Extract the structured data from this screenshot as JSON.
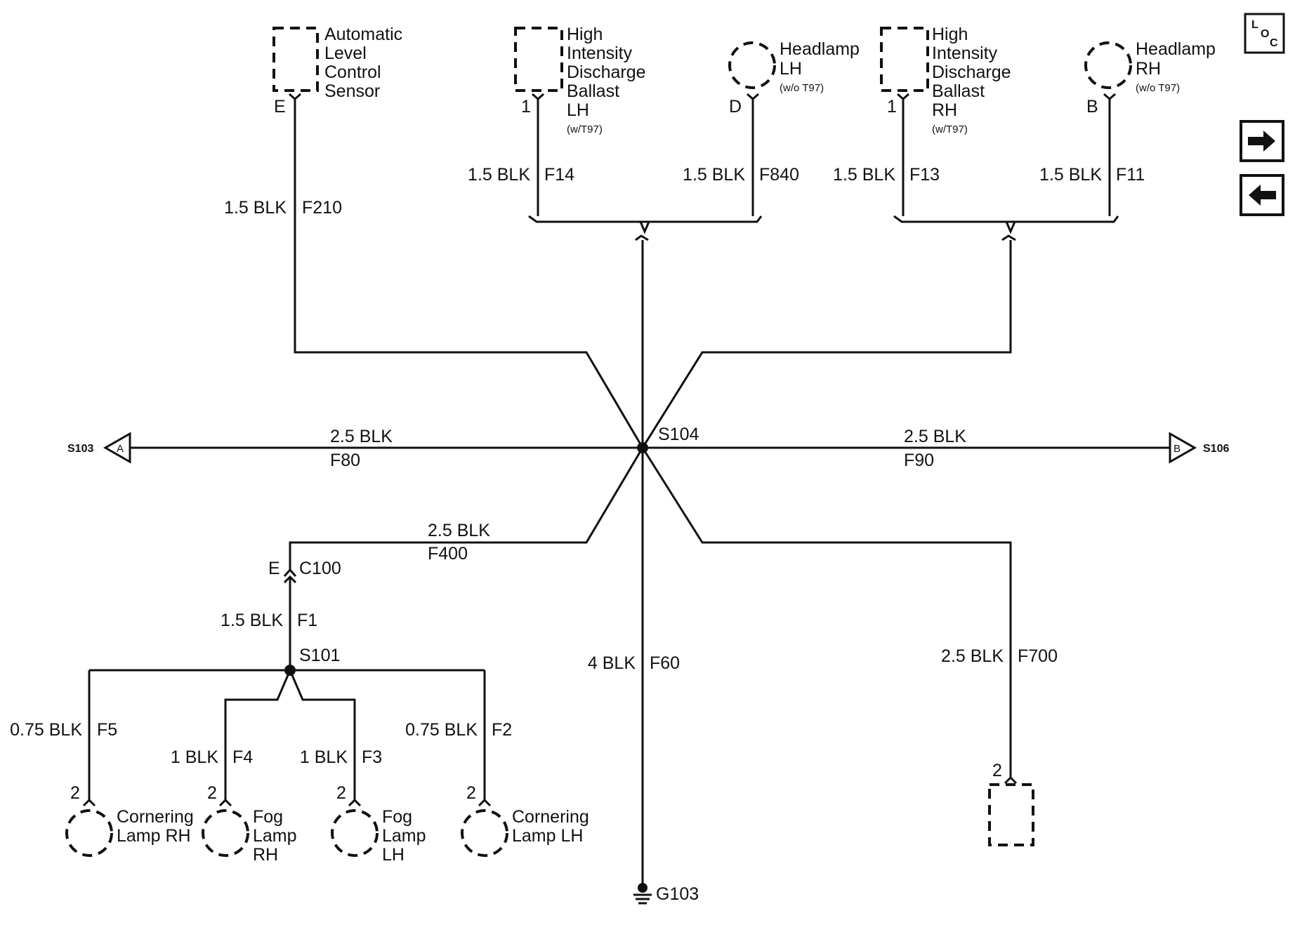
{
  "components": {
    "alc_sensor": {
      "lines": [
        "Automatic",
        "Level",
        "Control",
        "Sensor"
      ],
      "pin": "E"
    },
    "hid_lh": {
      "lines": [
        "High",
        "Intensity",
        "Discharge",
        "Ballast",
        "LH"
      ],
      "note": "(w/T97)",
      "pin": "1"
    },
    "headlamp_lh": {
      "lines": [
        "Headlamp",
        "LH"
      ],
      "note": "(w/o T97)",
      "pin": "D"
    },
    "hid_rh": {
      "lines": [
        "High",
        "Intensity",
        "Discharge",
        "Ballast",
        "RH"
      ],
      "note": "(w/T97)",
      "pin": "1"
    },
    "headlamp_rh": {
      "lines": [
        "Headlamp",
        "RH"
      ],
      "note": "(w/o T97)",
      "pin": "B"
    },
    "cornering_rh": {
      "lines": [
        "Cornering",
        "Lamp RH"
      ],
      "pin": "2"
    },
    "fog_rh": {
      "lines": [
        "Fog",
        "Lamp",
        "RH"
      ],
      "pin": "2"
    },
    "fog_lh": {
      "lines": [
        "Fog",
        "Lamp",
        "LH"
      ],
      "pin": "2"
    },
    "cornering_lh": {
      "lines": [
        "Cornering",
        "Lamp LH"
      ],
      "pin": "2"
    },
    "unnamed_component": {
      "pin": "2"
    }
  },
  "wires": {
    "f210": {
      "size": "1.5 BLK",
      "circuit": "F210"
    },
    "f14": {
      "size": "1.5 BLK",
      "circuit": "F14"
    },
    "f840": {
      "size": "1.5 BLK",
      "circuit": "F840"
    },
    "f13": {
      "size": "1.5 BLK",
      "circuit": "F13"
    },
    "f11": {
      "size": "1.5 BLK",
      "circuit": "F11"
    },
    "f80": {
      "size": "2.5 BLK",
      "circuit": "F80"
    },
    "f90": {
      "size": "2.5 BLK",
      "circuit": "F90"
    },
    "f400": {
      "size": "2.5 BLK",
      "circuit": "F400"
    },
    "f1": {
      "size": "1.5 BLK",
      "circuit": "F1"
    },
    "f60": {
      "size": "4 BLK",
      "circuit": "F60"
    },
    "f700": {
      "size": "2.5 BLK",
      "circuit": "F700"
    },
    "f5": {
      "size": "0.75 BLK",
      "circuit": "F5"
    },
    "f4": {
      "size": "1 BLK",
      "circuit": "F4"
    },
    "f3": {
      "size": "1 BLK",
      "circuit": "F3"
    },
    "f2": {
      "size": "0.75 BLK",
      "circuit": "F2"
    }
  },
  "splices": {
    "s104": "S104",
    "s101": "S101"
  },
  "connector": {
    "name": "C100",
    "pin": "E"
  },
  "ground": "G103",
  "offpage": {
    "left": {
      "letter": "A",
      "ref": "S103"
    },
    "right": {
      "letter": "B",
      "ref": "S106"
    }
  },
  "loc_icon": {
    "l": "L",
    "o": "O",
    "c": "C"
  },
  "nav": {
    "next_icon": "arrow-right-icon",
    "prev_icon": "arrow-left-icon"
  }
}
